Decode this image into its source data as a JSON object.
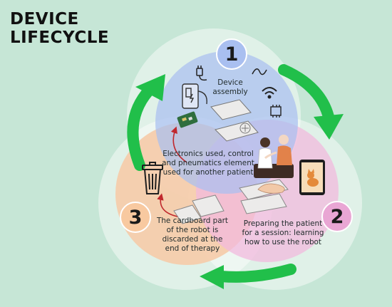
{
  "title": {
    "line1": "DEVICE",
    "line2": "LIFECYCLE"
  },
  "colors": {
    "background": "#c6e6d6",
    "circle_1": "#a9bff0",
    "circle_2": "#f2b9dd",
    "circle_3": "#f6c9a6",
    "arrow": "#21bf4a",
    "return_arrow": "#c0282d"
  },
  "stages": [
    {
      "number": "1",
      "caption_lines": [
        "Device",
        "assembly"
      ],
      "badge_color": "#a9bff0"
    },
    {
      "number": "2",
      "caption_lines": [
        "Preparing the patient",
        "for a session: learning",
        "how to use the robot"
      ],
      "badge_color": "#e9a6d4"
    },
    {
      "number": "3",
      "caption_lines": [
        "The cardboard part",
        "of the robot is",
        "discarded at the",
        "end of therapy"
      ],
      "badge_color": "#f8c9a0"
    }
  ],
  "center_note": {
    "lines": [
      "Electronics used, control",
      "and pneumatics element",
      "used for another patient"
    ]
  },
  "icons": [
    "power-plug-icon",
    "cable-icon",
    "wifi-icon",
    "chip-icon",
    "battery-pack-icon",
    "circuit-board-icon",
    "trash-bin-icon",
    "tablet-cat-icon",
    "clinician-patient-illustration",
    "cardboard-sheet-icon",
    "hand-robot-icon"
  ]
}
